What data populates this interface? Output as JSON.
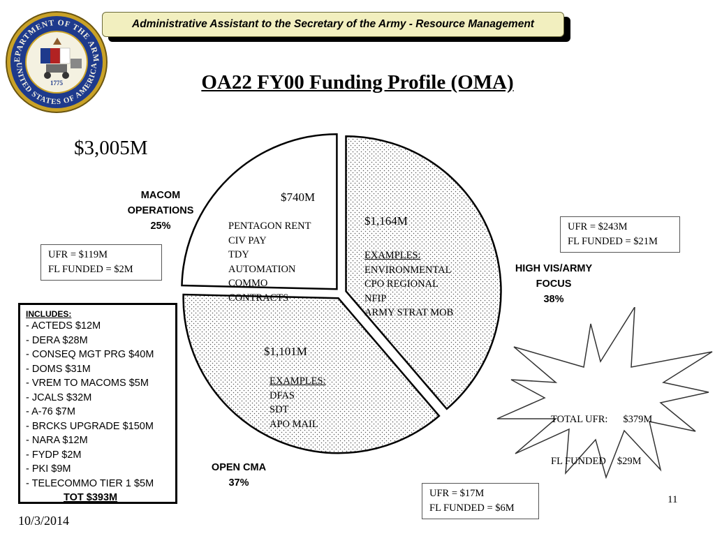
{
  "header": {
    "banner": "Administrative Assistant to the Secretary of the Army - Resource Management"
  },
  "seal": {
    "top_text": "DEPARTMENT OF THE ARMY",
    "bottom_text": "UNITED STATES OF AMERICA",
    "year": "1775"
  },
  "title": "OA22 FY00 Funding Profile (OMA)",
  "total": "$3,005M",
  "chart_data": {
    "type": "pie",
    "title": "OA22 FY00 Funding Profile (OMA)",
    "total_label": "$3,005M",
    "slices": [
      {
        "name": "MACOM OPERATIONS",
        "value": 740,
        "percent": 25,
        "value_label": "$740M",
        "pattern": "none"
      },
      {
        "name": "HIGH VIS/ARMY FOCUS",
        "value": 1164,
        "percent": 38,
        "value_label": "$1,164M",
        "pattern": "dotted"
      },
      {
        "name": "OPEN CMA",
        "value": 1101,
        "percent": 37,
        "value_label": "$1,101M",
        "pattern": "dotted"
      }
    ],
    "start_angle_deg": 0,
    "exploded": true
  },
  "slices": {
    "macom": {
      "label_lines": [
        "MACOM",
        "OPERATIONS",
        "25%"
      ],
      "value": "$740M",
      "items": [
        "PENTAGON RENT",
        "CIV PAY",
        "TDY",
        "AUTOMATION",
        "COMMO",
        "CONTRACTS"
      ],
      "ufr": "UFR = $119M",
      "fl_funded": "FL FUNDED = $2M"
    },
    "highvis": {
      "label_lines": [
        "HIGH VIS/ARMY",
        "FOCUS",
        "38%"
      ],
      "value": "$1,164M",
      "examples_label": "EXAMPLES:",
      "items": [
        "ENVIRONMENTAL",
        "CPO REGIONAL",
        "NFIP",
        "ARMY STRAT MOB"
      ],
      "ufr": "UFR = $243M",
      "fl_funded": "FL FUNDED = $21M"
    },
    "opencma": {
      "label_lines": [
        "OPEN CMA",
        "37%"
      ],
      "value": "$1,101M",
      "examples_label": "EXAMPLES:",
      "items": [
        "DFAS",
        "SDT",
        "APO MAIL"
      ],
      "ufr": "UFR = $17M",
      "fl_funded": "FL FUNDED = $6M"
    }
  },
  "includes": {
    "heading": "INCLUDES:",
    "items": [
      "ACTEDS $12M",
      "DERA $28M",
      "CONSEQ MGT PRG $40M",
      "DOMS $31M",
      "VREM TO MACOMS $5M",
      "JCALS $32M",
      "A-76 $7M",
      "BRCKS UPGRADE $150M",
      "NARA $12M",
      "FYDP $2M",
      "PKI $9M",
      "TELECOMMO TIER 1 $5M"
    ],
    "total": "TOT $393M"
  },
  "star": {
    "line1_label": "TOTAL UFR:",
    "line1_value": "$379M",
    "line2_label": "FL FUNDED",
    "line2_value": "$29M"
  },
  "footer": {
    "date": "10/3/2014",
    "page": "11"
  },
  "colors": {
    "banner_bg": "#f2efbf",
    "seal_blue": "#1e3a8c",
    "seal_gold": "#c9a227",
    "slice_fill": "#ffffff",
    "dots": "#555555"
  }
}
